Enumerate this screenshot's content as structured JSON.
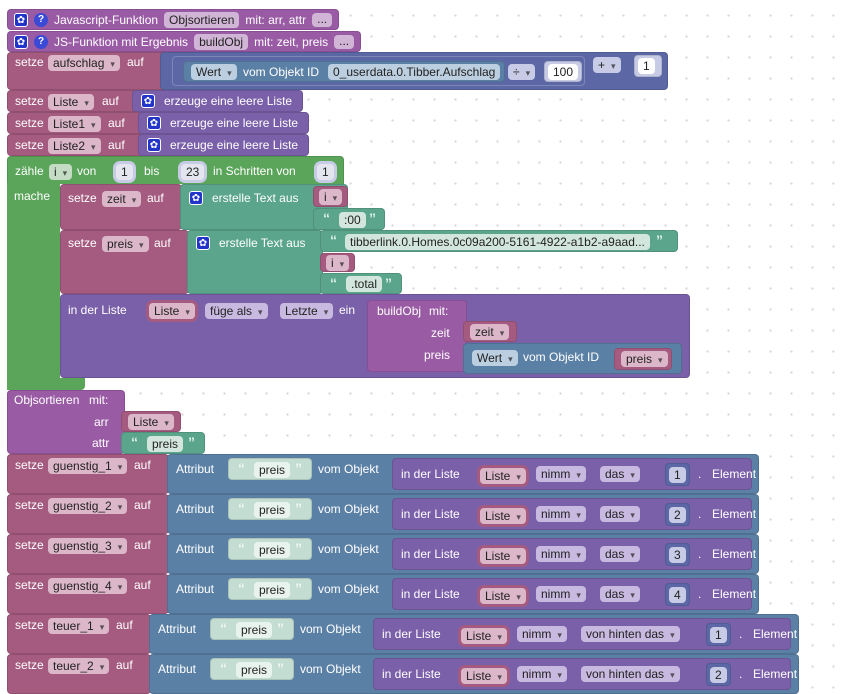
{
  "header_blocks": {
    "js_function": {
      "label": "Javascript-Funktion",
      "name": "Objsortieren",
      "params": "mit: arr, attr",
      "more": "..."
    },
    "js_function_result": {
      "label": "JS-Funktion mit Ergebnis",
      "name": "buildObj",
      "params": "mit: zeit, preis",
      "more": "..."
    }
  },
  "words": {
    "setze": "setze",
    "auf": "auf",
    "wert": "Wert",
    "vom_objekt_id": "vom Objekt ID",
    "create_list": "erzeuge eine leere Liste",
    "zaehle": "zähle",
    "von": "von",
    "bis": "bis",
    "in_schritten": "in Schritten von",
    "mache": "mache",
    "create_text": "erstelle Text aus",
    "in_der_liste": "in der Liste",
    "fuege_als": "füge als",
    "letzte": "Letzte",
    "ein": "ein",
    "mit": "mit:",
    "attribut": "Attribut",
    "vom_objekt": "vom Objekt",
    "nimm": "nimm",
    "das": "das",
    "von_hinten_das": "von hinten das",
    "element": "Element",
    "dot": ".",
    "open_quote": "“",
    "close_quote": "”"
  },
  "aufschlag": {
    "var": "aufschlag",
    "object_id": "0_userdata.0.Tibber.Aufschlag",
    "op_divide": "÷",
    "divisor": "100",
    "op_add": "+",
    "addend": "1"
  },
  "list_inits": [
    {
      "var": "Liste"
    },
    {
      "var": "Liste1"
    },
    {
      "var": "Liste2"
    }
  ],
  "loop": {
    "var": "i",
    "from": "1",
    "to": "23",
    "step": "1",
    "zeit": {
      "var": "zeit",
      "input_var": "i",
      "suffix": ":00"
    },
    "preis": {
      "var": "preis",
      "prefix": "tibberlink.0.Homes.0c09a200-5161-4922-a1b2-a9aad...",
      "input_var": "i",
      "suffix": ".total"
    },
    "insert": {
      "list": "Liste",
      "func": "buildObj",
      "arg1_label": "zeit",
      "arg1_var": "zeit",
      "arg2_label": "preis",
      "arg2_var": "preis"
    }
  },
  "objsortieren_call": {
    "name": "Objsortieren",
    "arr_label": "arr",
    "arr_var": "Liste",
    "attr_label": "attr",
    "attr_value": "preis"
  },
  "assignments": [
    {
      "var": "guenstig_1",
      "attr": "preis",
      "list": "Liste",
      "mode": "das",
      "index": "1"
    },
    {
      "var": "guenstig_2",
      "attr": "preis",
      "list": "Liste",
      "mode": "das",
      "index": "2"
    },
    {
      "var": "guenstig_3",
      "attr": "preis",
      "list": "Liste",
      "mode": "das",
      "index": "3"
    },
    {
      "var": "guenstig_4",
      "attr": "preis",
      "list": "Liste",
      "mode": "das",
      "index": "4"
    },
    {
      "var": "teuer_1",
      "attr": "preis",
      "list": "Liste",
      "mode": "von hinten das",
      "index": "1"
    },
    {
      "var": "teuer_2",
      "attr": "preis",
      "list": "Liste",
      "mode": "von hinten das",
      "index": "2"
    }
  ],
  "colors": {
    "procedure": "#9a5ba5",
    "variables": "#a55b80",
    "iobroker": "#5b80a5",
    "math": "#5c68a6",
    "loop": "#5ba55b",
    "text": "#5ba58c",
    "lists": "#7a5fa9"
  }
}
